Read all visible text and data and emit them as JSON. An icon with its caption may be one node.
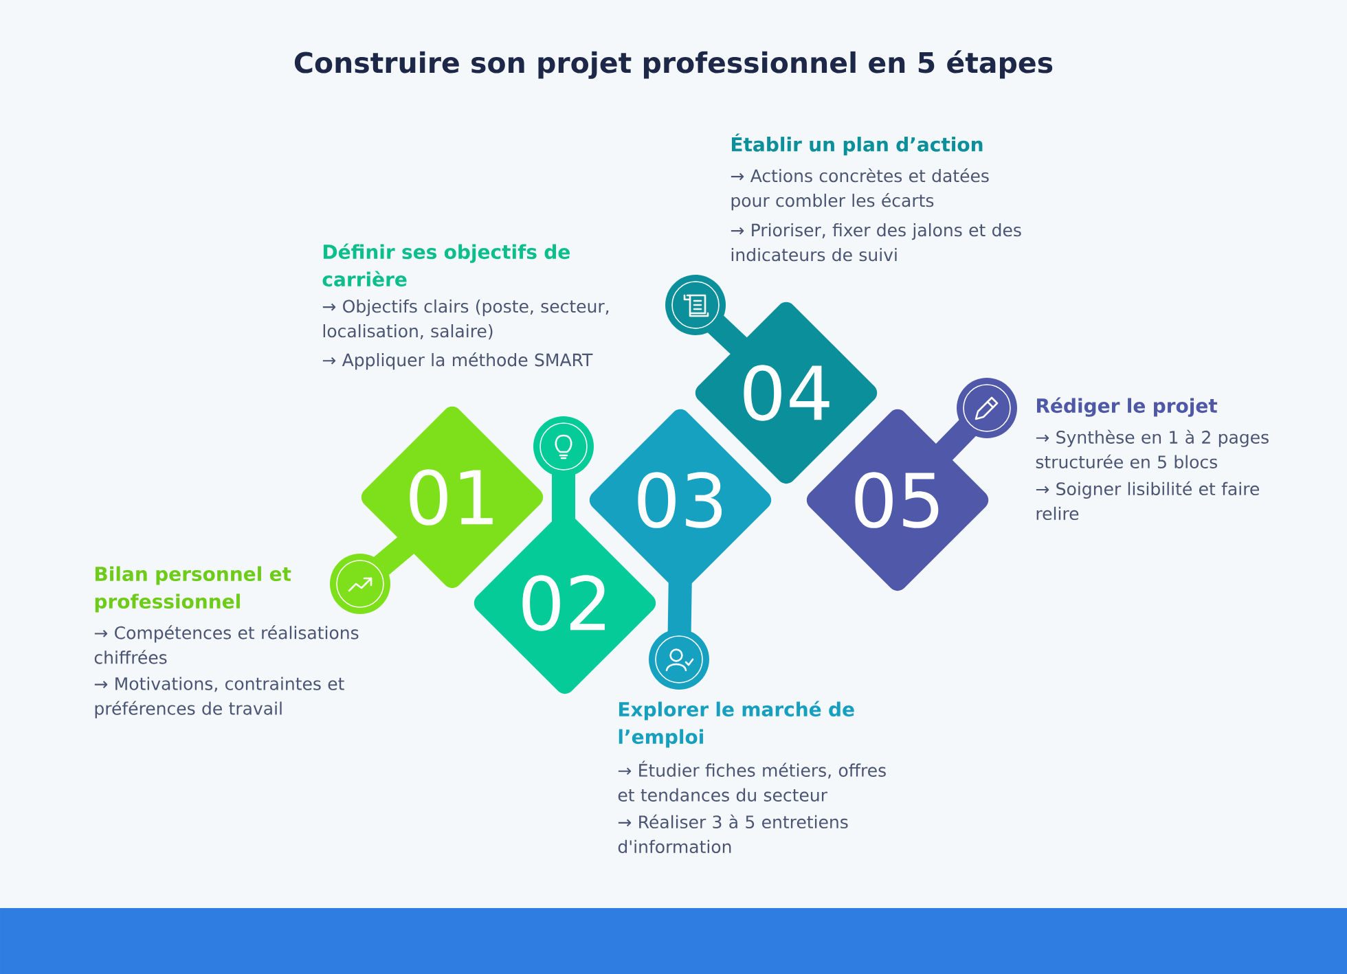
{
  "diagram": {
    "title": "Construire son projet professionnel en 5 étapes",
    "nodes": [
      {
        "text": [
          "01"
        ],
        "beside": [
          "Bilan personnel et professionnel",
          "→ Compétences et réalisations chiffrées",
          "→ Motivations, contraintes et préférences de travail"
        ]
      },
      {
        "text": [
          "02"
        ],
        "beside": [
          "Définir ses objectifs de carrière",
          "→ Objectifs clairs (poste, secteur, localisation, salaire)",
          "→ Appliquer la méthode SMART"
        ]
      },
      {
        "text": [
          "03"
        ],
        "beside": [
          "Explorer le marché de l’emploi",
          "→ Étudier fiches métiers, offres et tendances du secteur",
          "→ Réaliser 3 à 5 entretiens d'information"
        ]
      },
      {
        "text": [
          "04"
        ],
        "beside": [
          "Établir un plan d’action",
          "→ Actions concrètes et datées pour combler les écarts",
          "→ Prioriser, fixer des jalons et des indicateurs de suivi"
        ]
      },
      {
        "text": [
          "05"
        ],
        "beside": [
          "Rédiger le projet",
          "→ Synthèse en 1 à 2 pages structurée en 5 blocs",
          "→ Soigner lisibilité et faire relire"
        ]
      }
    ]
  }
}
